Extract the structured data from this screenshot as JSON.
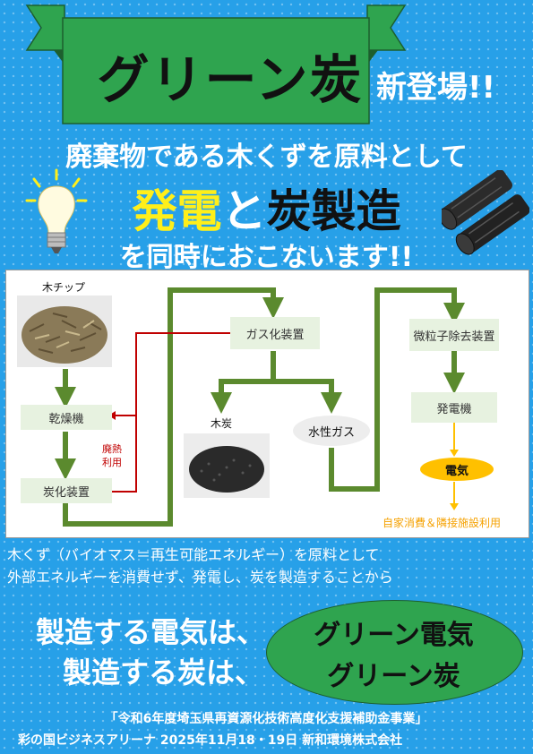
{
  "header": {
    "title": "グリーン炭",
    "subtitle": "新登場!!"
  },
  "lead": {
    "line1": "廃棄物である木くずを原料として",
    "headline_part1": "発電",
    "headline_part2": "と",
    "headline_part3": "炭製造",
    "line3": "を同時におこないます!!"
  },
  "diagram": {
    "wood_chip_label": "木チップ",
    "dryer": "乾燥機",
    "carbonizer": "炭化装置",
    "waste_heat": "廃熱",
    "waste_heat_use": "利用",
    "gasifier": "ガス化装置",
    "charcoal_label": "木炭",
    "water_gas": "水性ガス",
    "particle_remover": "微粒子除去装置",
    "generator": "発電機",
    "electricity": "電気",
    "self_use": "自家消費＆隣接施設利用"
  },
  "explanation": {
    "line1": "木くず（バイオマス＝再生可能エネルギー）を原料として",
    "line2": "外部エネルギーを消費せず、発電し、炭を製造することから"
  },
  "conclusion": {
    "line1": "製造する電気は、",
    "line2": "製造する炭は、",
    "green_power": "グリーン電気",
    "green_charcoal": "グリーン炭"
  },
  "footer": {
    "grant": "「令和6年度埼玉県再資源化技術高度化支援補助金事業」",
    "event": "彩の国ビジネスアリーナ  2025年11月18・19日    新和環境株式会社"
  },
  "colors": {
    "background": "#27a0e8",
    "banner_green": "#2fa44f",
    "flow_green": "#5b8a2e",
    "heat_red": "#c00000",
    "power_yellow": "#ffc000",
    "headline_yellow": "#ffef1a"
  }
}
